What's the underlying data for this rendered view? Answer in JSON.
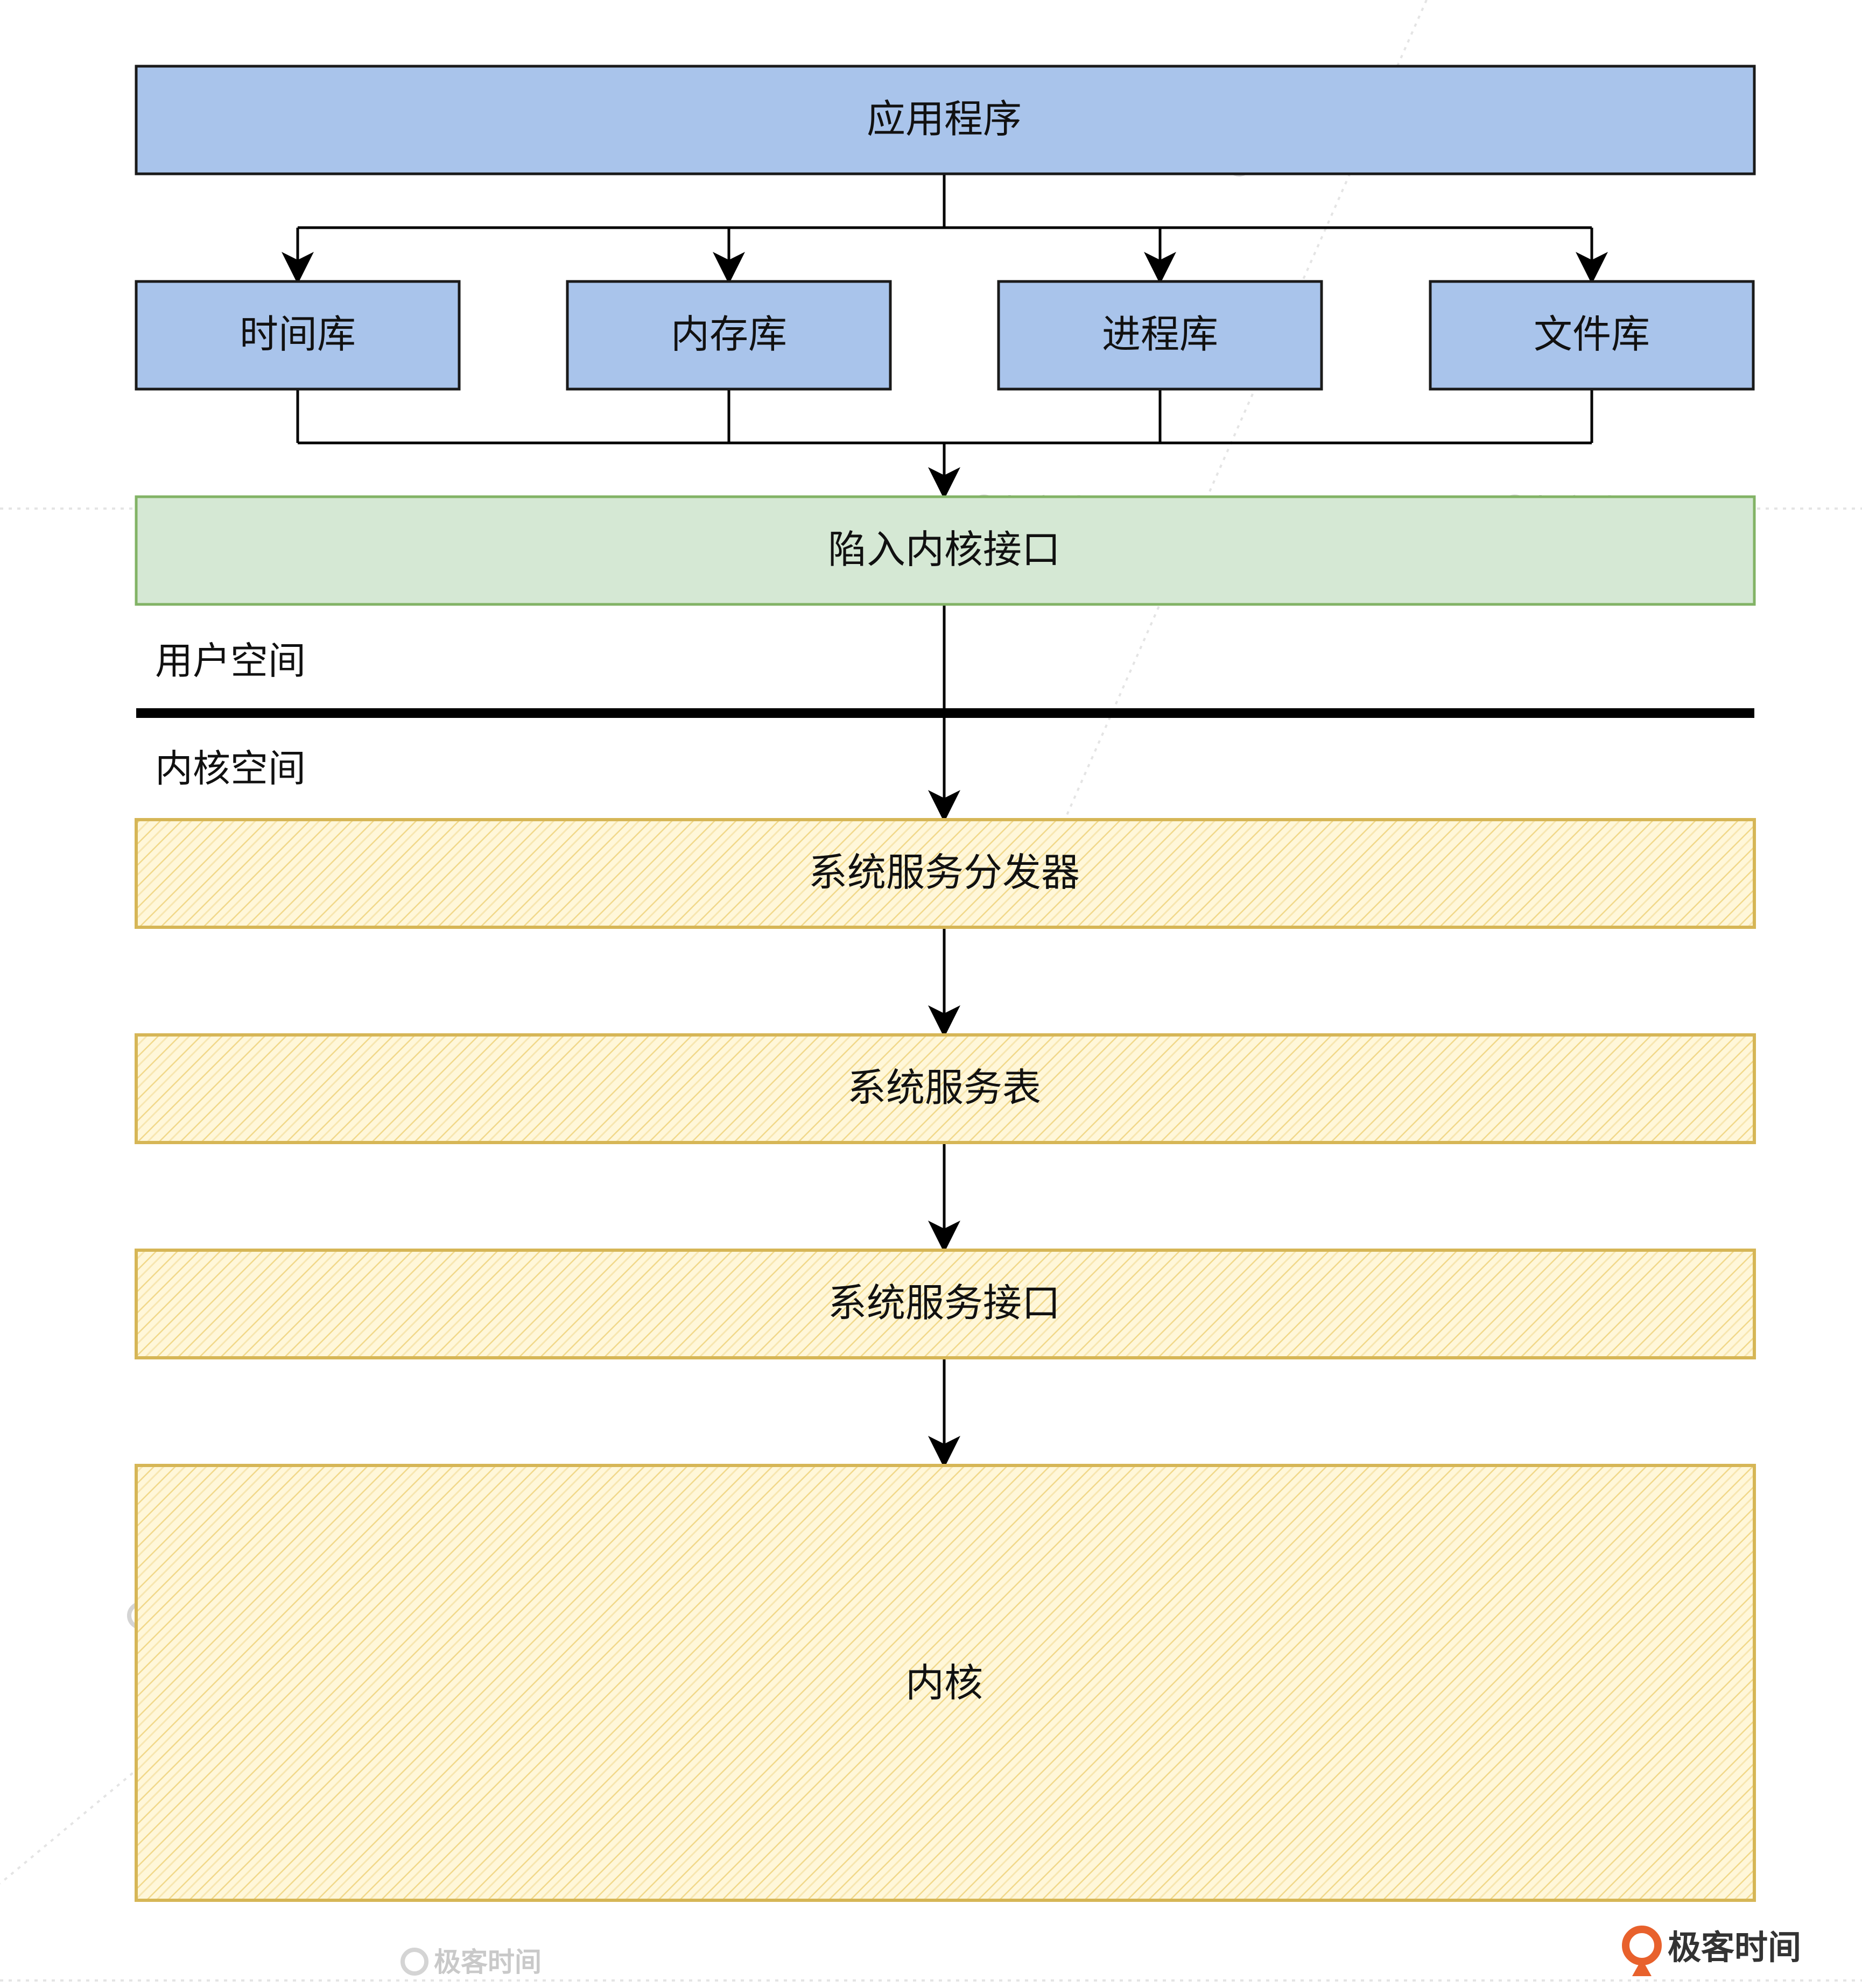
{
  "diagram": {
    "app": "应用程序",
    "libs": [
      "时间库",
      "内存库",
      "进程库",
      "文件库"
    ],
    "trap": "陷入内核接口",
    "user_space": "用户空间",
    "kernel_space": "内核空间",
    "dispatcher": "系统服务分发器",
    "table": "系统服务表",
    "service_if": "系统服务接口",
    "kernel": "内核"
  },
  "watermark": {
    "text": "极客时间"
  },
  "logo": {
    "text": "极客时间"
  },
  "colors": {
    "blue_fill": "#a9c4eb",
    "green_fill": "#d5e8d4",
    "green_stroke": "#82b366",
    "yellow_fill": "#fff2cc",
    "yellow_stroke": "#d6b656",
    "logo_orange": "#e8612c"
  }
}
